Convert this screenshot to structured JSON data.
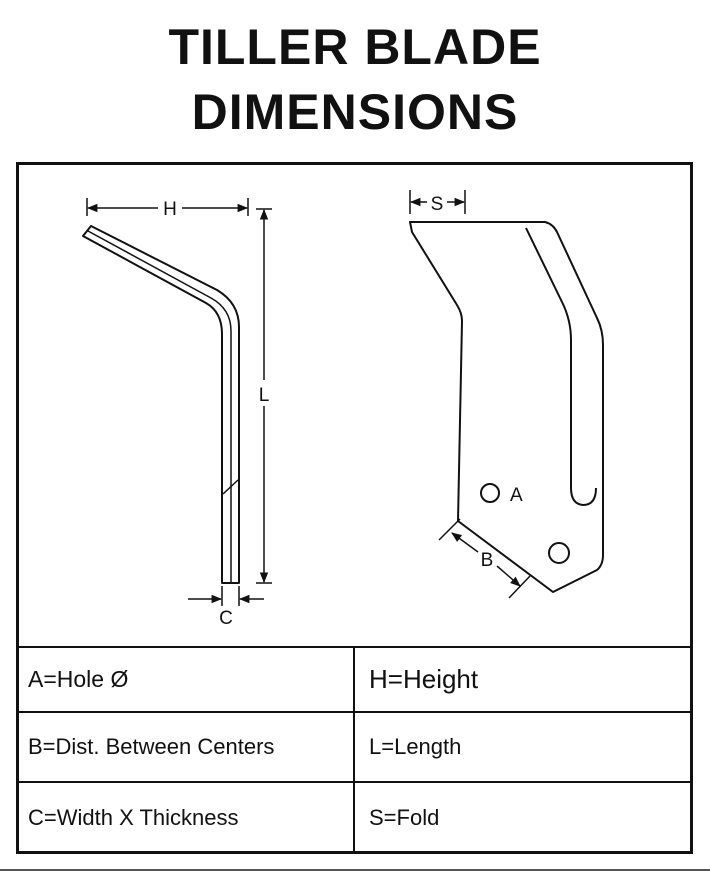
{
  "title": {
    "line1": "TILLER BLADE",
    "line2": "DIMENSIONS"
  },
  "diagram": {
    "labels": {
      "H": "H",
      "L": "L",
      "C": "C",
      "S": "S",
      "A": "A",
      "B": "B"
    }
  },
  "legend": {
    "rows": [
      {
        "left": "A=Hole  Ø",
        "right": "H=Height"
      },
      {
        "left": "B=Dist. Between Centers",
        "right": "L=Length"
      },
      {
        "left": "C=Width X Thickness",
        "right": "S=Fold"
      }
    ]
  }
}
